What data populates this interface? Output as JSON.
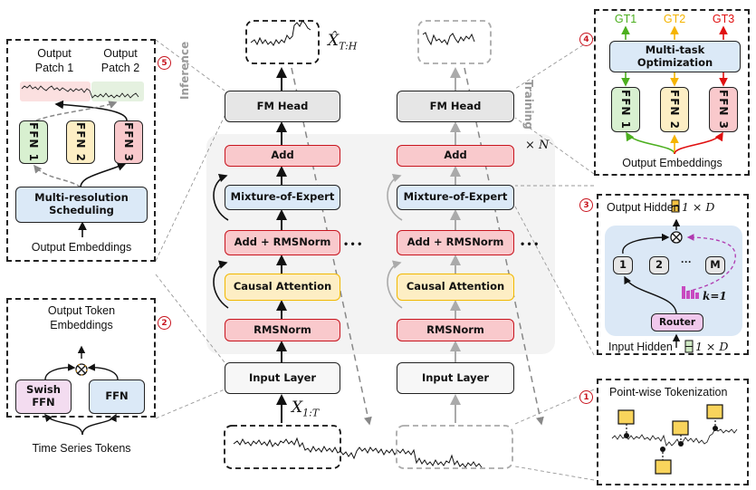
{
  "figure": {
    "inference_label": "Inference",
    "training_label": "Training",
    "repeat_label": "× N",
    "ellipsis": "• • •",
    "output_symbol": "X̂",
    "output_subscript": "T:H",
    "input_symbol": "X",
    "input_subscript": "1:T"
  },
  "center_stack": {
    "fm_head": "FM Head",
    "add": "Add",
    "moe": "Mixture-of-Expert",
    "add_rmsnorm": "Add + RMSNorm",
    "causal_attention": "Causal Attention",
    "rmsnorm": "RMSNorm",
    "input_layer": "Input Layer"
  },
  "panel_5": {
    "badge": "5",
    "patch1": "Output Patch 1",
    "patch2": "Output Patch 2",
    "ffn1": "FFN 1",
    "ffn2": "FFN 2",
    "ffn3": "FFN 3",
    "scheduler": "Multi-resolution Scheduling",
    "footer": "Output Embeddings"
  },
  "panel_2": {
    "badge": "2",
    "title": "Output Token Embeddings",
    "swish": "Swish FFN",
    "ffn": "FFN",
    "footer": "Time Series Tokens"
  },
  "panel_4": {
    "badge": "4",
    "gt1": "GT1",
    "gt2": "GT2",
    "gt3": "GT3",
    "optimizer": "Multi-task Optimization",
    "ffn1": "FFN 1",
    "ffn2": "FFN 2",
    "ffn3": "FFN 3",
    "footer": "Output Embeddings",
    "colors": {
      "gt1": "#4caf1f",
      "gt2": "#f5b400",
      "gt3": "#e01010"
    }
  },
  "panel_3": {
    "badge": "3",
    "output": "Output Hidden",
    "output_dim": "1 × D",
    "expert1": "1",
    "expert2": "2",
    "expert_dots": "···",
    "expertM": "M",
    "k_label": "k=1",
    "router": "Router",
    "input": "Input Hidden",
    "input_dim": "1 × D"
  },
  "panel_1": {
    "badge": "1",
    "title": "Point-wise Tokenization"
  }
}
